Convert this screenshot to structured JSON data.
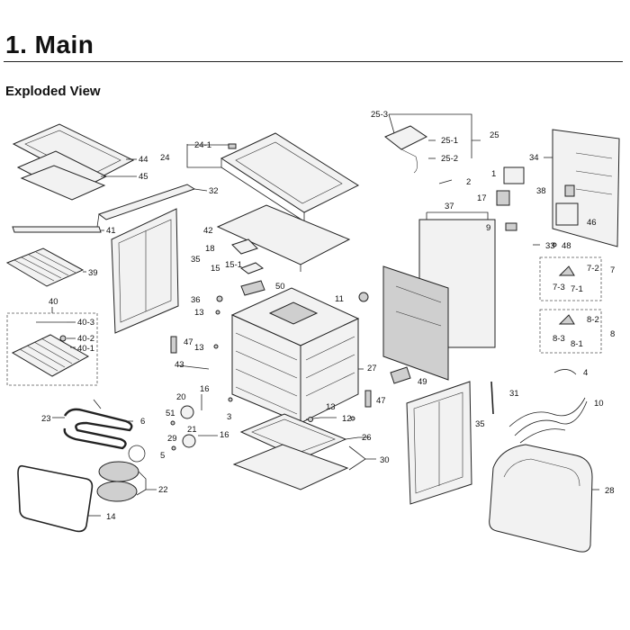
{
  "title": "1. Main",
  "subtitle": "Exploded View",
  "labels": {
    "l25_3": "25-3",
    "l25": "25",
    "l25_1": "25-1",
    "l25_2": "25-2",
    "l34": "34",
    "l1": "1",
    "l2": "2",
    "l38": "38",
    "l24_1": "24-1",
    "l24": "24",
    "l44": "44",
    "l45": "45",
    "l32": "32",
    "l17": "17",
    "l46": "46",
    "l37": "37",
    "l42": "42",
    "l41": "41",
    "l9": "9",
    "l33": "33",
    "l48": "48",
    "l18": "18",
    "l35a": "35",
    "l15_1": "15-1",
    "l15": "15",
    "l39": "39",
    "l7_2": "7-2",
    "l7": "7",
    "l7_3": "7-3",
    "l7_1": "7-1",
    "l50": "50",
    "l40": "40",
    "l36": "36",
    "l11": "11",
    "l13a": "13",
    "l40_3": "40-3",
    "l40_2": "40-2",
    "l40_1": "40-1",
    "l8_2": "8-2",
    "l8": "8",
    "l8_3": "8-3",
    "l8_1": "8-1",
    "l47a": "47",
    "l13b": "13",
    "l43": "43",
    "l27": "27",
    "l4": "4",
    "l49": "49",
    "l16a": "16",
    "l20": "20",
    "l31": "31",
    "l47b": "47",
    "l10": "10",
    "l23": "23",
    "l51": "51",
    "l6": "6",
    "l3": "3",
    "l13c": "13",
    "l12": "12",
    "l21": "21",
    "l35b": "35",
    "l29": "29",
    "l16b": "16",
    "l26": "26",
    "l5": "5",
    "l30": "30",
    "l22": "22",
    "l28": "28",
    "l14": "14"
  },
  "icons": [
    "oven-cavity",
    "cooktop-frame",
    "door-panel",
    "oven-rack",
    "heating-element",
    "control-panel",
    "storage-drawer",
    "back-panel",
    "fan-assembly"
  ]
}
